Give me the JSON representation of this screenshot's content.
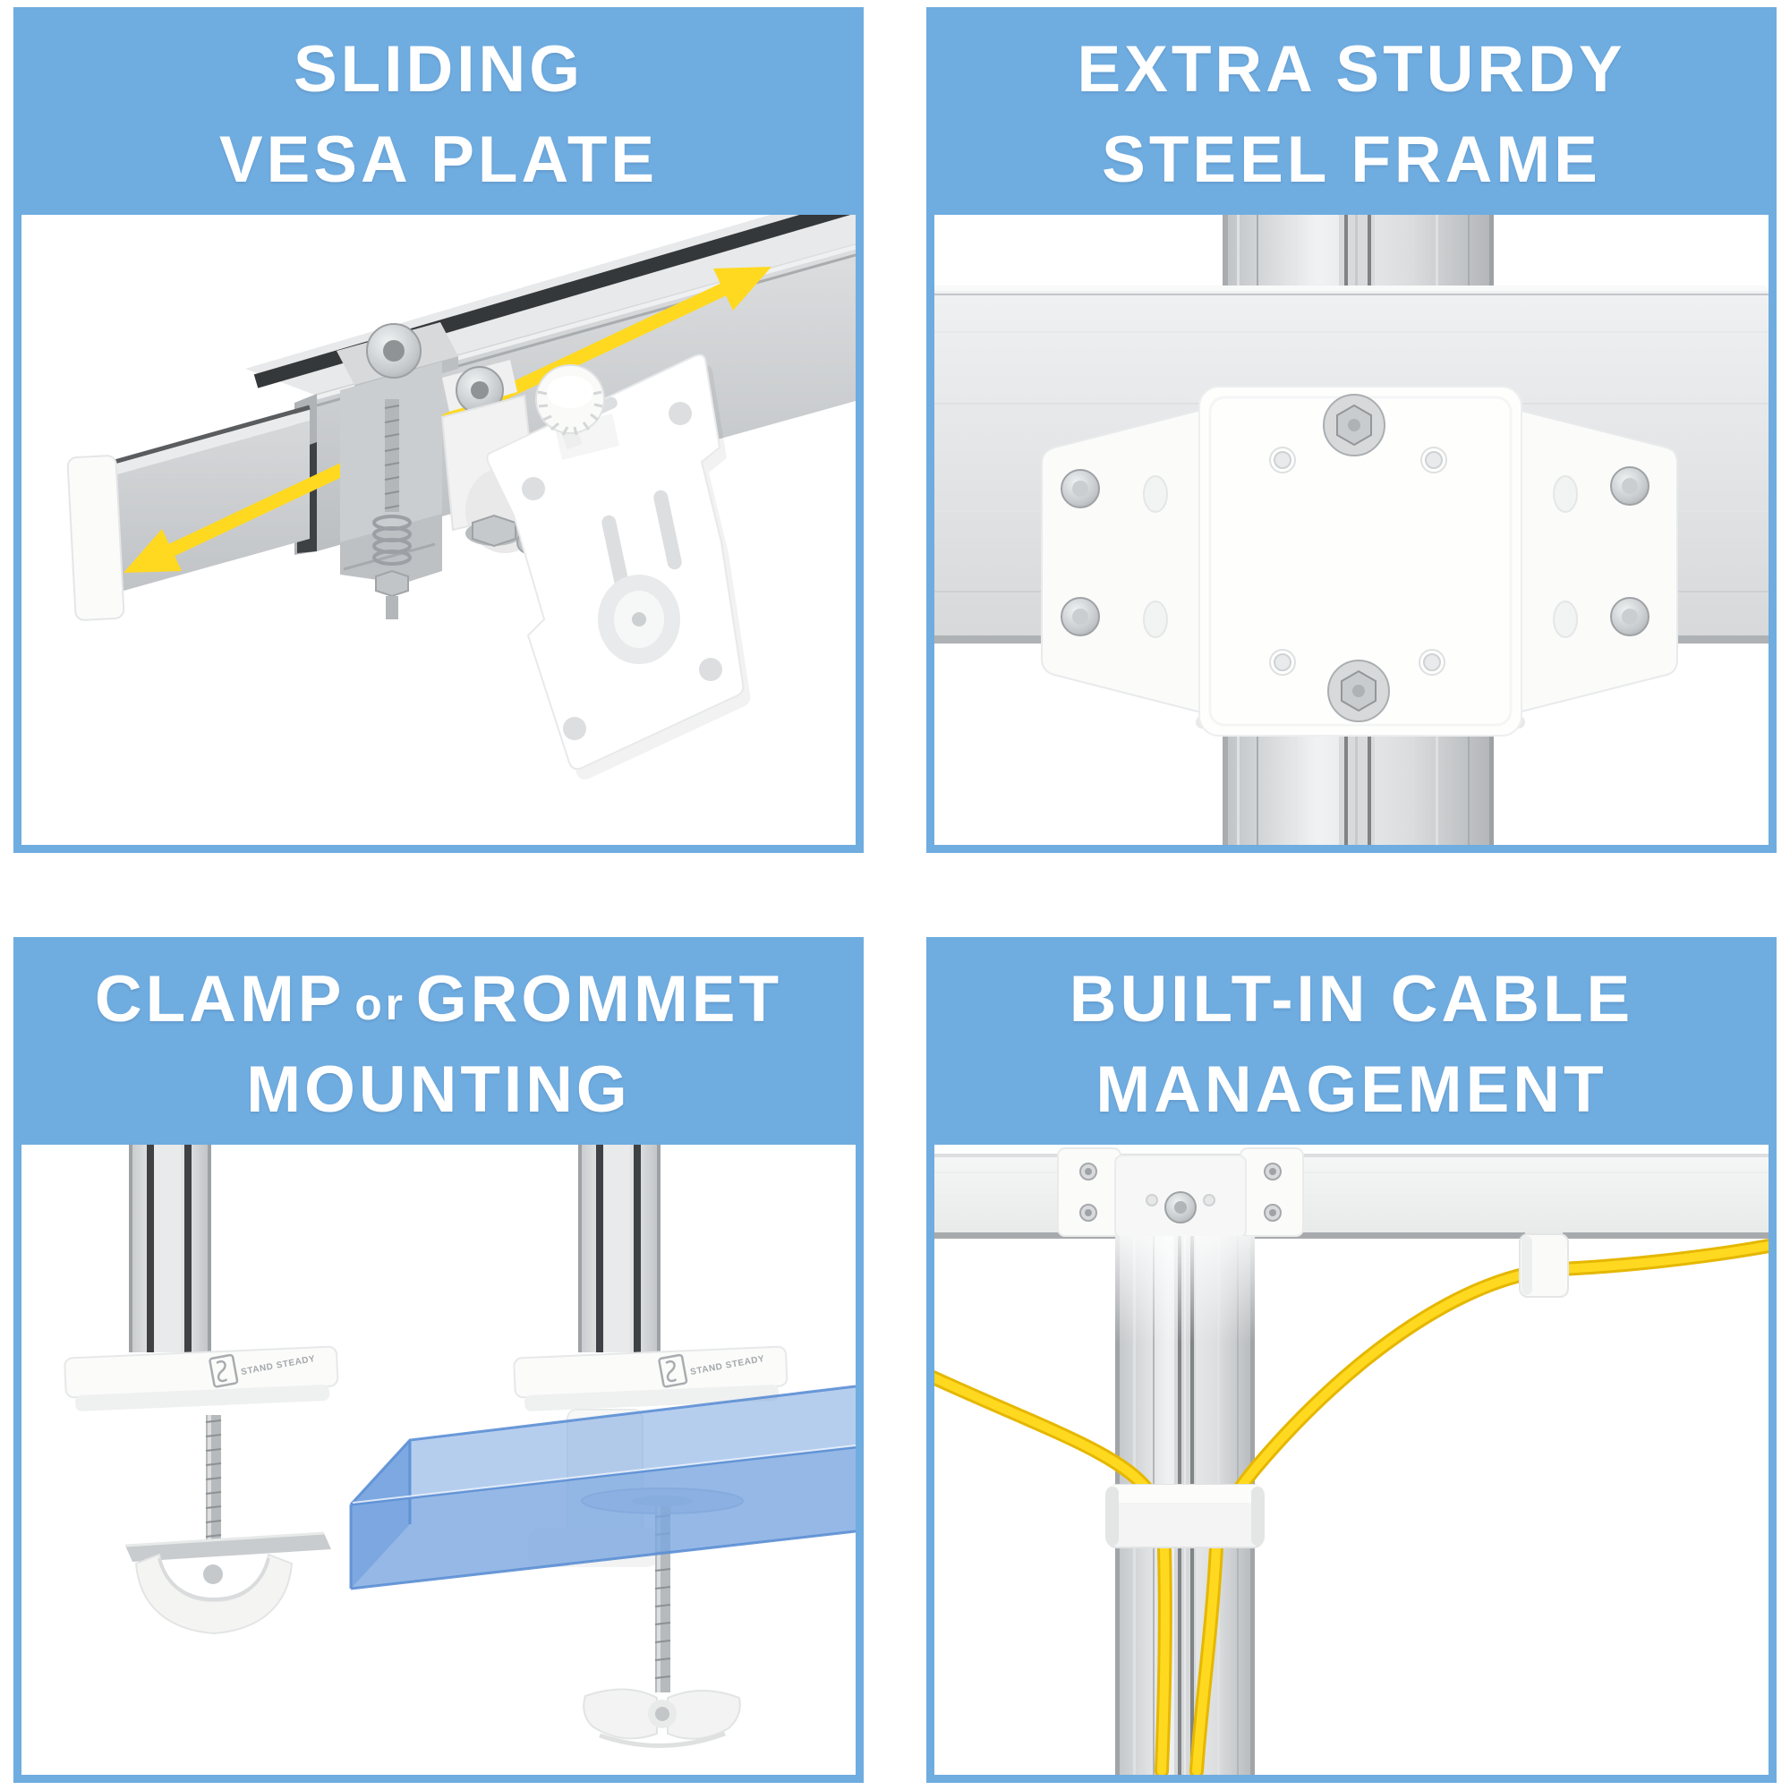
{
  "page": {
    "background": "#FFFFFF"
  },
  "colors": {
    "accent_blue": "#6FACE0",
    "title_text": "#FFFFFF",
    "cable_yellow": "#FFD91F",
    "desk_blue": "#7AA6E0",
    "aluminum_gray": "#D3D5D7",
    "hardware_white": "#FAFAF9"
  },
  "brand": {
    "logo_text": "STAND STEADY"
  },
  "panels": [
    {
      "id": "sliding-vesa-plate",
      "title_line1_pre": "SLIDING",
      "title_line1_small": "",
      "title_line1_post": "",
      "title_line2": "VESA PLATE",
      "illustration": "vesa-plate-sliding-on-rail-with-double-arrow"
    },
    {
      "id": "extra-sturdy-steel-frame",
      "title_line1_pre": "EXTRA STURDY",
      "title_line1_small": "",
      "title_line1_post": "",
      "title_line2": "STEEL FRAME",
      "illustration": "white-bracket-joining-column-and-crossbar"
    },
    {
      "id": "clamp-or-grommet-mounting",
      "title_line1_pre": "CLAMP",
      "title_line1_small": "or",
      "title_line1_post": "GROMMET",
      "title_line2": "MOUNTING",
      "illustration": "two-desk-posts-clamp-and-grommet-on-blue-desk"
    },
    {
      "id": "built-in-cable-management",
      "title_line1_pre": "BUILT-IN CABLE",
      "title_line1_small": "",
      "title_line1_post": "",
      "title_line2": "MANAGEMENT",
      "illustration": "yellow-cables-routed-through-clips-on-column"
    }
  ]
}
